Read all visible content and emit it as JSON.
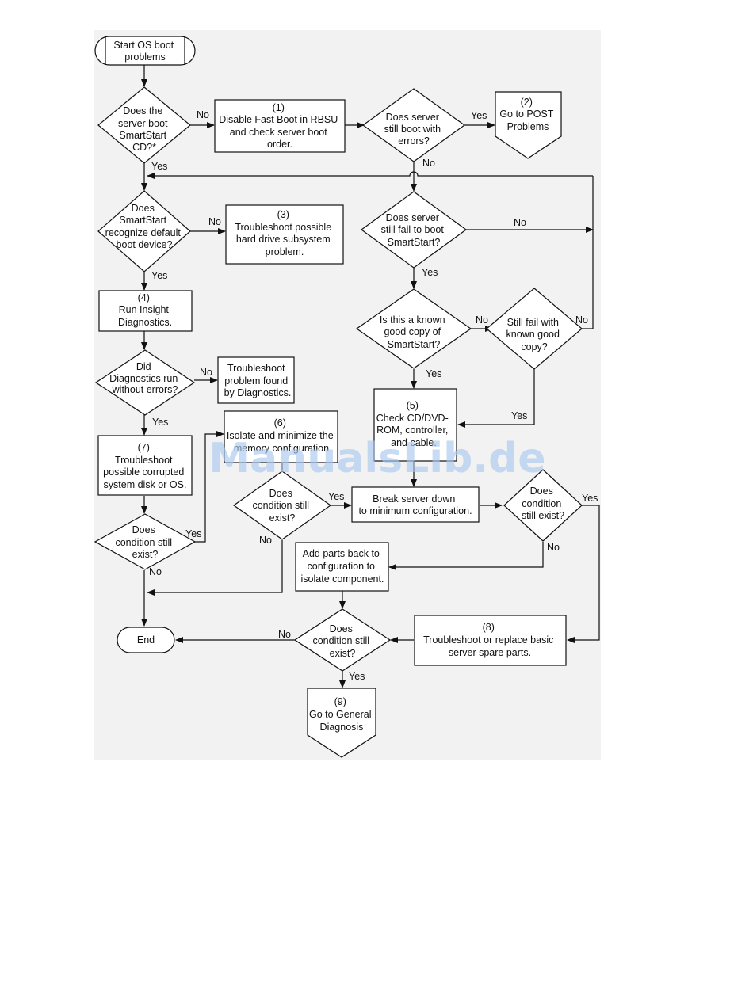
{
  "flowchart": {
    "start": "Start OS boot problems",
    "d_smartstart_cd": "Does the server boot SmartStart CD?*",
    "p1": "(1) Disable Fast Boot in RBSU and check server boot order.",
    "d_still_boot_errors": "Does server still boot with errors?",
    "p2": "(2) Go to POST Problems",
    "d_recognize": "Does SmartStart recognize default boot device?",
    "p3": "(3) Troubleshoot possible hard drive subsystem problem.",
    "d_fail_boot": "Does server still fail to boot SmartStart?",
    "p4": "(4) Run Insight Diagnostics.",
    "d_known_good": "Is this a known good copy of SmartStart?",
    "d_still_fail_known": "Still fail with known good copy?",
    "d_diag_run": "Did Diagnostics run without errors?",
    "p_diag_found": "Troubleshoot problem found by Diagnostics.",
    "p5": "(5) Check CD/DVD-ROM, controller, and cable.",
    "p6": "(6) Isolate and minimize the memory configuration",
    "p7": "(7) Troubleshoot possible corrupted system disk or OS.",
    "d_cond_a": "Does condition still exist?",
    "d_cond_b": "Does condition still exist?",
    "p_break": "Break server down to minimum configuration.",
    "d_cond_c": "Does condition still exist?",
    "p_add_parts": "Add parts back to configuration to isolate component.",
    "end": "End",
    "d_cond_d": "Does condition still exist?",
    "p8": "(8) Troubleshoot or replace basic server spare parts.",
    "p9": "(9) Go to General Diagnosis",
    "yes": "Yes",
    "no": "No"
  },
  "watermark": "ManualsLib.de"
}
